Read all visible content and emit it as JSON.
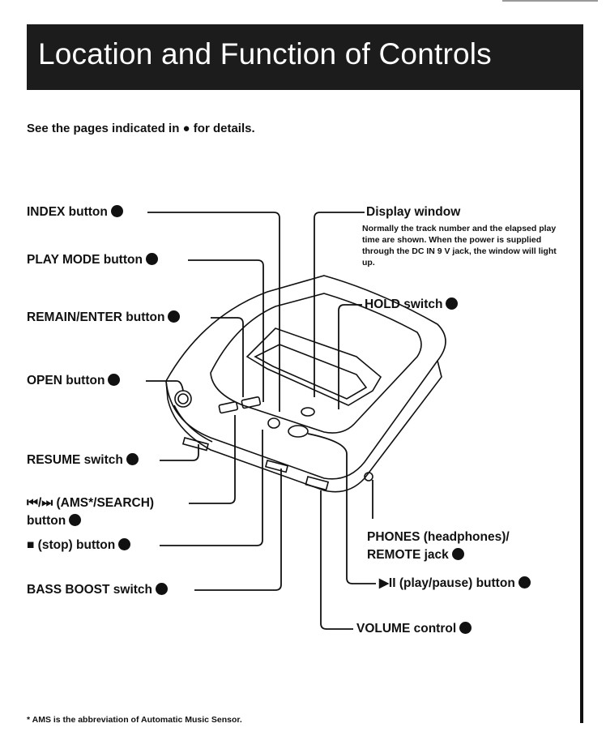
{
  "page": {
    "title": "Location and Function of Controls",
    "subtitle": "See the pages indicated in ● for details.",
    "footnote": "* AMS is the abbreviation of Automatic Music Sensor."
  },
  "labels": {
    "index": "INDEX button",
    "play_mode": "PLAY MODE button",
    "remain_enter": "REMAIN/ENTER button",
    "open": "OPEN button",
    "resume": "RESUME switch",
    "ams_search_line1": "⏮/⏭ (AMS*/SEARCH)",
    "ams_search_line2": "button",
    "stop": "■ (stop) button",
    "bass_boost": "BASS BOOST switch",
    "display": "Display window",
    "display_desc": "Normally the track number and the elapsed play time are shown. When the power is supplied through the DC IN 9 V jack, the window will light up.",
    "hold": "HOLD switch",
    "phones_line1": "PHONES (headphones)/",
    "phones_line2": "REMOTE jack",
    "play_pause": "▶II (play/pause) button",
    "volume": "VOLUME control"
  },
  "page_ref_marker": "page-reference-dot"
}
